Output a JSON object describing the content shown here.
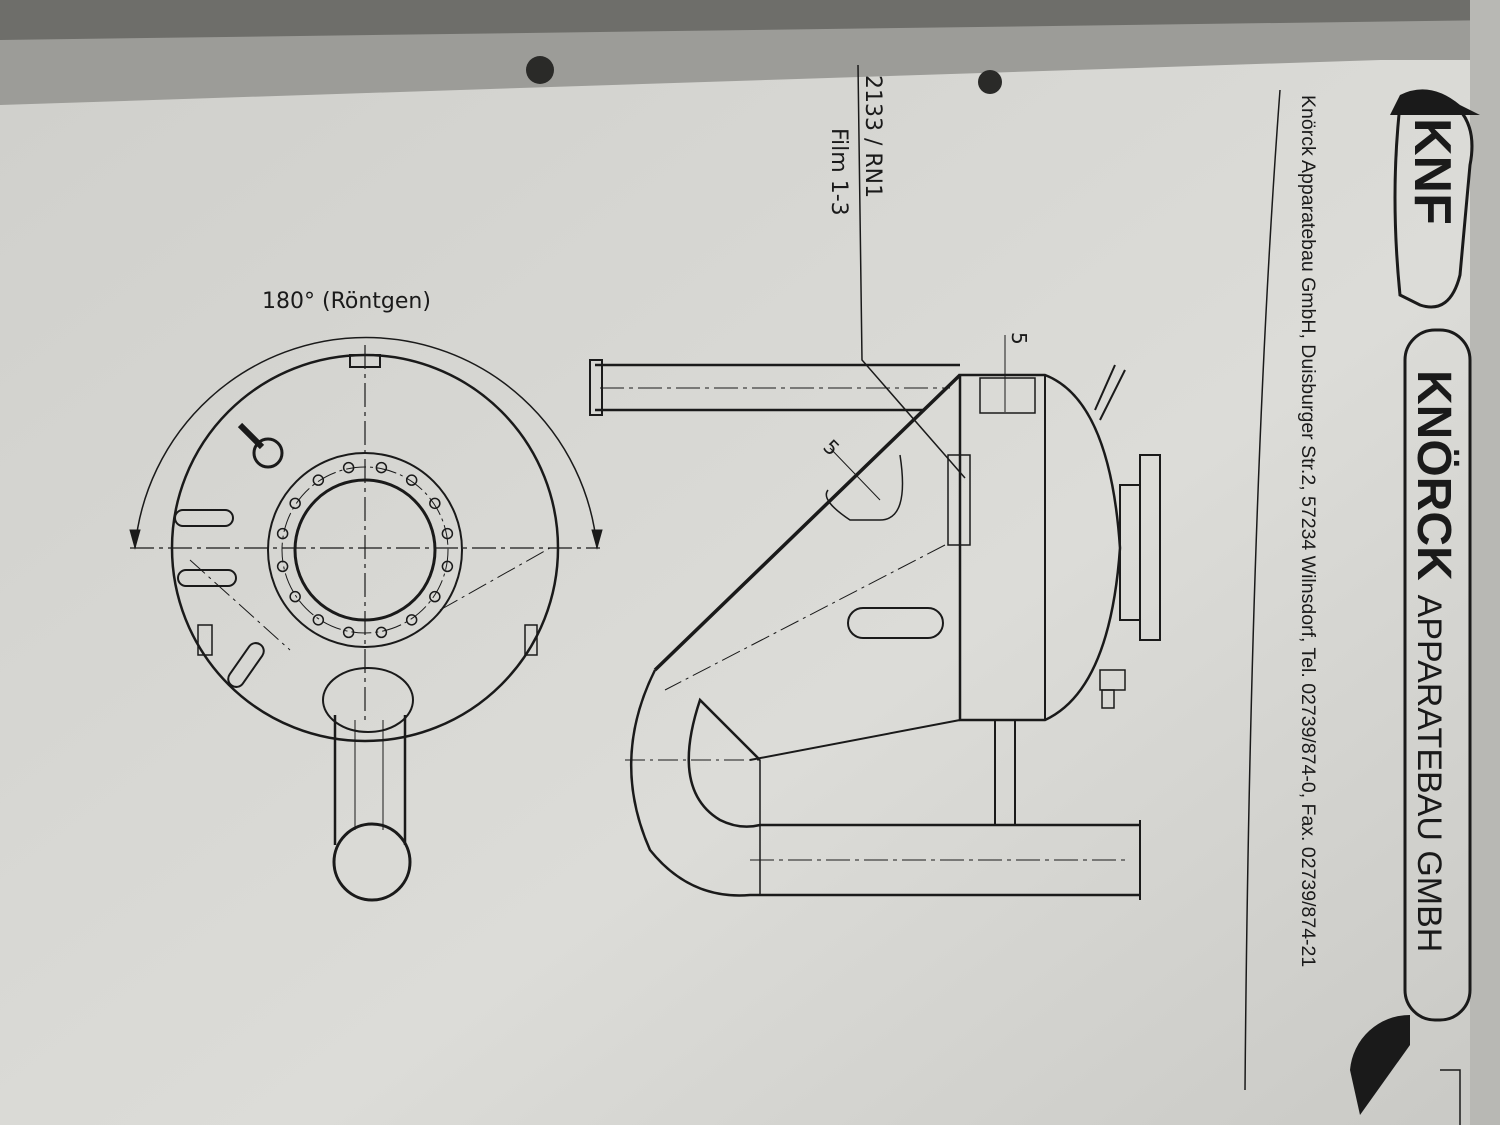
{
  "header": {
    "logo_short": "KNF",
    "company_name": "KNÖRCK",
    "company_suffix": "APPARATEBAU GMBH",
    "address_line": "Knörck Apparatebau GmbH, Duisburger Str.2,  57234 Wilnsdorf, Tel. 02739/874-0, Fax. 02739/874-21"
  },
  "drawing": {
    "reference": "2133 / RN1",
    "film": "Film 1-3",
    "angle_label": "180° (Röntgen)",
    "dim_top": "5",
    "dim_cone": "5"
  },
  "colors": {
    "paper": "#d6d6d2",
    "ink": "#1a1a1a",
    "binder": "#9c9c98"
  }
}
